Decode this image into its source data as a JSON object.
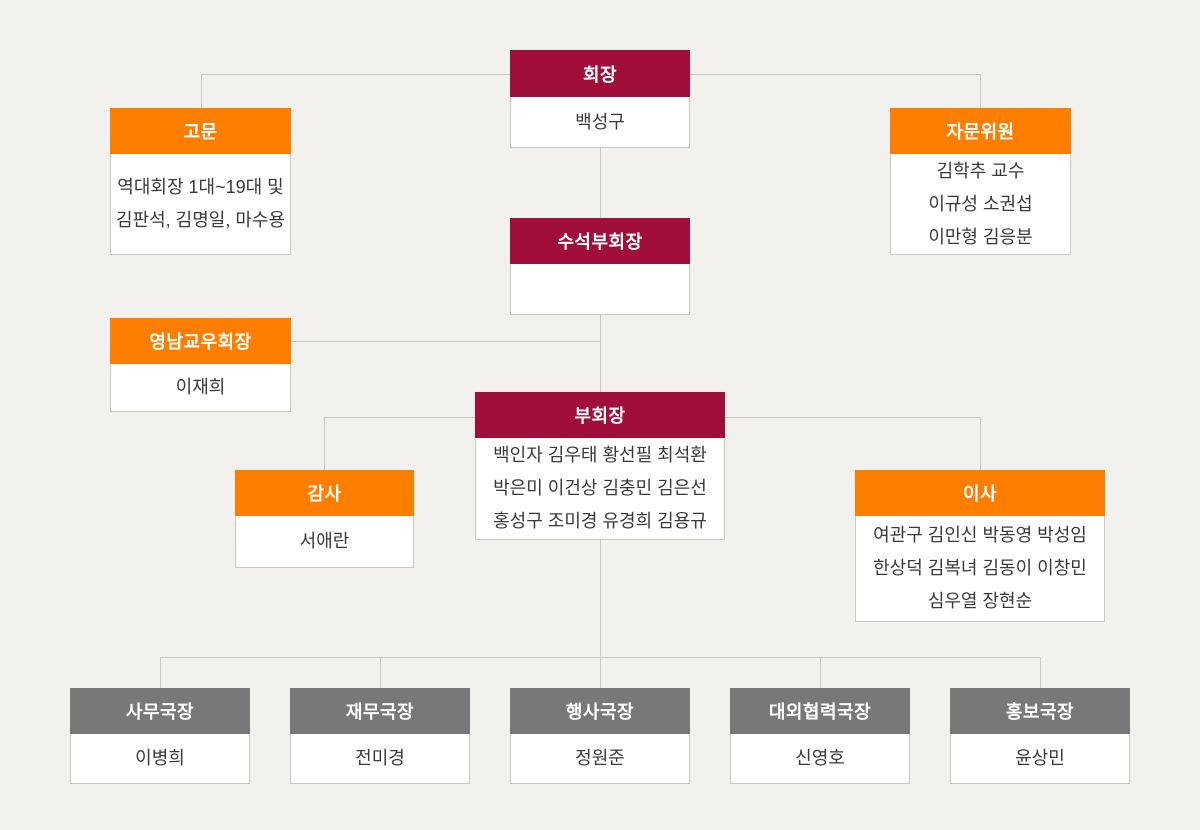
{
  "page": {
    "type": "organization-chart",
    "background": "#F2F1EE"
  },
  "colors": {
    "maroon_header": "#A10E3C",
    "orange_header": "#FF7E00",
    "gray_header": "#787878",
    "box_border": "#C8C8C8",
    "connector_line": "#C6C6C6",
    "body_text": "#3A3A3A",
    "header_text": "#FFFFFF"
  },
  "org": {
    "chairman": {
      "title": "회장",
      "name": "백성구"
    },
    "advisor": {
      "title": "고문",
      "lines": [
        "역대회장 1대~19대 및",
        "김판석, 김명일, 마수용"
      ]
    },
    "advisory_committee": {
      "title": "자문위원",
      "lines": [
        "김학추 교수",
        "이규성 소권섭",
        "이만형 김응분"
      ]
    },
    "senior_vice_chairman": {
      "title": "수석부회장",
      "name": ""
    },
    "yeongnam_chapter_chairman": {
      "title": "영남교우회장",
      "name": "이재희"
    },
    "vice_chairman": {
      "title": "부회장",
      "lines": [
        "백인자 김우태 황선필 최석환",
        "박은미 이건상 김충민 김은선",
        "홍성구 조미경 유경희 김용규"
      ]
    },
    "auditor": {
      "title": "감사",
      "name": "서애란"
    },
    "directors": {
      "title": "이사",
      "lines": [
        "여관구 김인신 박동영 박성임",
        "한상덕 김복녀 김동이 이창민",
        "심우열 장현순"
      ]
    },
    "departments": [
      {
        "title": "사무국장",
        "name": "이병희"
      },
      {
        "title": "재무국장",
        "name": "전미경"
      },
      {
        "title": "행사국장",
        "name": "정원준"
      },
      {
        "title": "대외협력국장",
        "name": "신영호"
      },
      {
        "title": "홍보국장",
        "name": "윤상민"
      }
    ]
  }
}
